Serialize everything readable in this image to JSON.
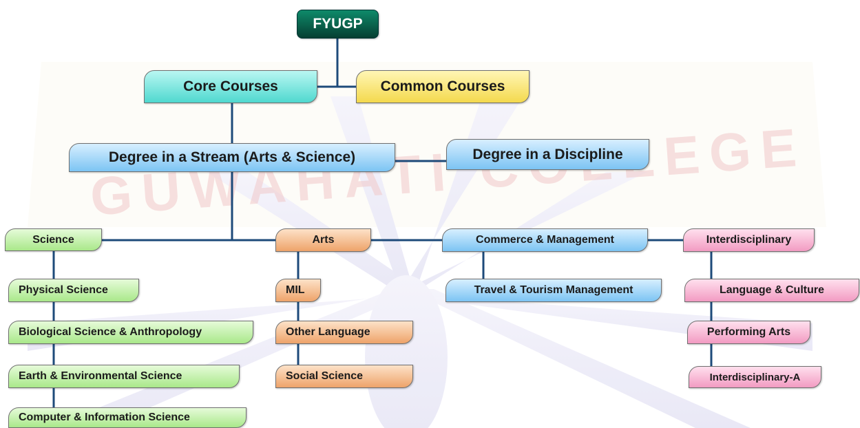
{
  "watermark": {
    "text": "GUWAHATI COLLEGE"
  },
  "colors": {
    "connector": "#1d4a7a",
    "top": "#0b5e49",
    "core": "#5fd9d0",
    "common": "#f7e27a",
    "degree": "#9fd3f7",
    "science": "#b6ec95",
    "arts": "#f1b27e",
    "commerce": "#8ccbf5",
    "interdisciplinary": "#f5abcb"
  },
  "nodes": {
    "root": "FYUGP",
    "core_courses": "Core Courses",
    "common_courses": "Common Courses",
    "degree_stream": "Degree in a Stream (Arts & Science)",
    "degree_discipline": "Degree in a Discipline",
    "science": "Science",
    "arts": "Arts",
    "commerce": "Commerce & Management",
    "interdisciplinary": "Interdisciplinary"
  },
  "science_children": [
    "Physical Science",
    "Biological Science & Anthropology",
    "Earth & Environmental Science",
    "Computer & Information Science"
  ],
  "arts_children": [
    "MIL",
    "Other Language",
    "Social Science"
  ],
  "commerce_children": [
    "Travel & Tourism Management"
  ],
  "interdisciplinary_children": [
    "Language & Culture",
    "Performing Arts",
    "Interdisciplinary-A"
  ]
}
